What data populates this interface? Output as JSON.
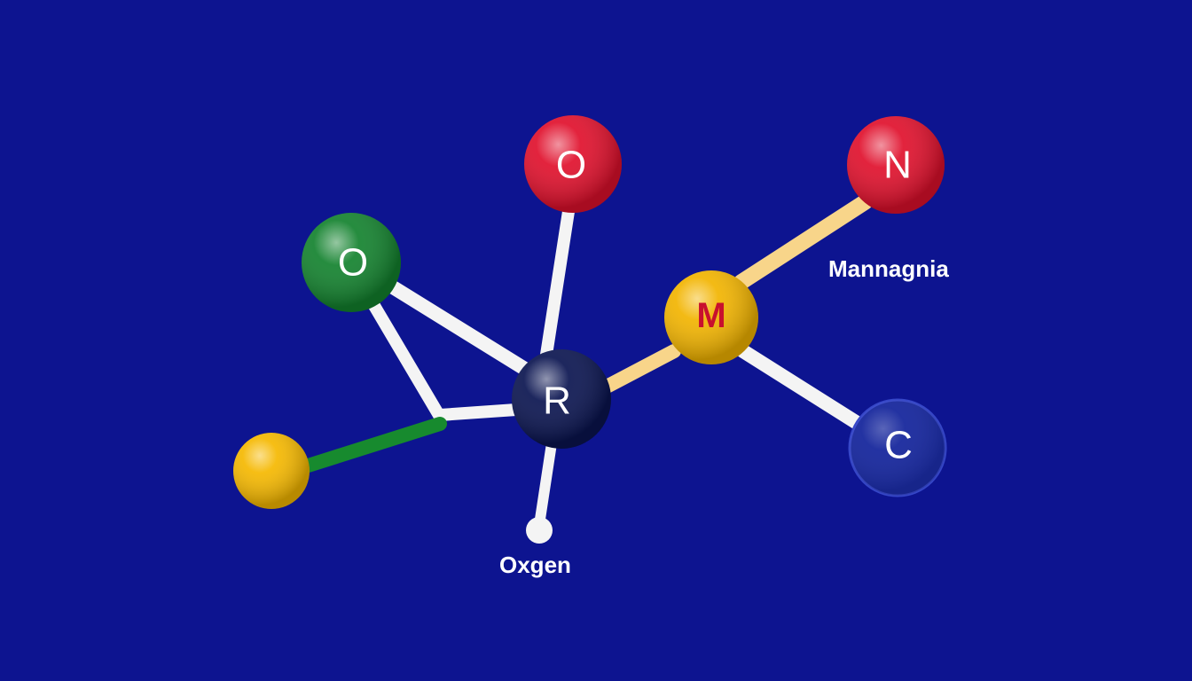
{
  "background_color": "#0d1490",
  "atoms": [
    {
      "id": "O-red",
      "letter": "O",
      "color": "#e0102c",
      "letter_color": "#ffffff"
    },
    {
      "id": "N-red",
      "letter": "N",
      "color": "#e0102c",
      "letter_color": "#ffffff"
    },
    {
      "id": "O-green",
      "letter": "O",
      "color": "#13822e",
      "letter_color": "#ffffff"
    },
    {
      "id": "M-yellow",
      "letter": "M",
      "color": "#f2b400",
      "letter_color": "#c8102e"
    },
    {
      "id": "R-navy",
      "letter": "R",
      "color": "#0a1450",
      "letter_color": "#ffffff"
    },
    {
      "id": "C-blue",
      "letter": "C",
      "color": "#1a2a9e",
      "letter_color": "#ffffff"
    },
    {
      "id": "Y-yellow",
      "letter": "",
      "color": "#f5b800",
      "letter_color": "#ffffff"
    }
  ],
  "labels": {
    "mannagnia": "Mannagnia",
    "oxygen": "Oxgen"
  },
  "bond_colors": {
    "white": "#f4f4f4",
    "gold": "#f8d58a",
    "green": "#178a2e"
  }
}
